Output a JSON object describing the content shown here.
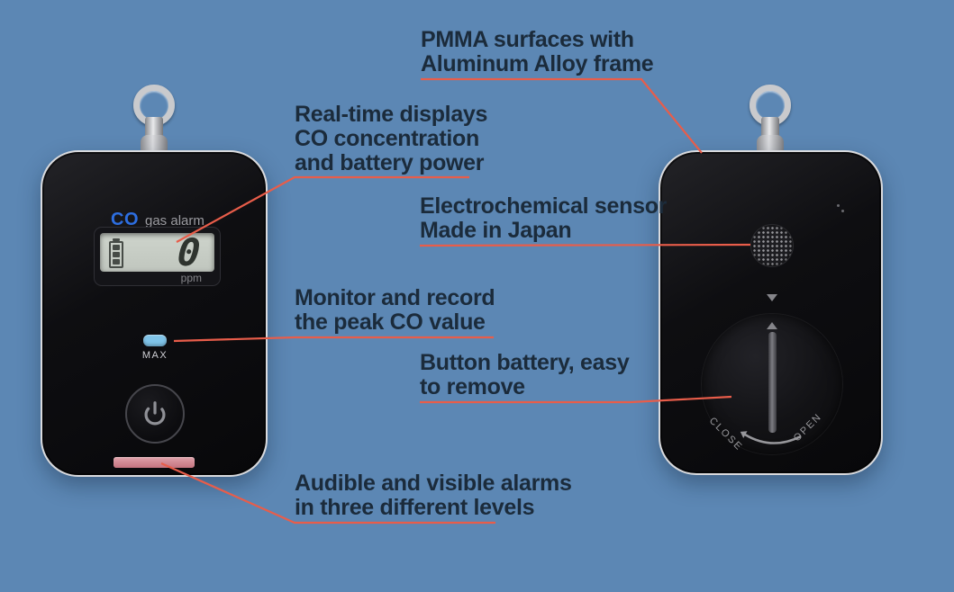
{
  "colors": {
    "background": "#5c87b4",
    "accent": "#e85d4a",
    "annotation_text": "#1b2b3b",
    "frame_silver": "#d9dadd",
    "lcd_screen": "#c0c6be",
    "co_blue": "#2d6ee0",
    "max_blue": "#7fc3e8",
    "strip_pink": "#c3737f",
    "label_gray": "#9b9ba0"
  },
  "annotations": [
    {
      "id": "pmma",
      "lines": [
        "PMMA surfaces with",
        "Aluminum Alloy frame"
      ]
    },
    {
      "id": "realtime",
      "lines": [
        "Real-time displays",
        "CO concentration",
        "and battery power"
      ]
    },
    {
      "id": "sensor",
      "lines": [
        "Electrochemical sensor",
        "Made in Japan"
      ]
    },
    {
      "id": "monitor",
      "lines": [
        "Monitor and record",
        "the peak CO value"
      ]
    },
    {
      "id": "battery",
      "lines": [
        "Button battery, easy",
        "to remove"
      ]
    },
    {
      "id": "alarms",
      "lines": [
        "Audible and visible alarms",
        "in three different levels"
      ]
    }
  ],
  "device_front": {
    "brand_co": "CO",
    "brand_rest": "gas alarm",
    "lcd_value": "0",
    "lcd_unit": "ppm",
    "max_label": "MAX"
  },
  "device_back": {
    "close_label": "CLOSE",
    "open_label": "OPEN"
  }
}
